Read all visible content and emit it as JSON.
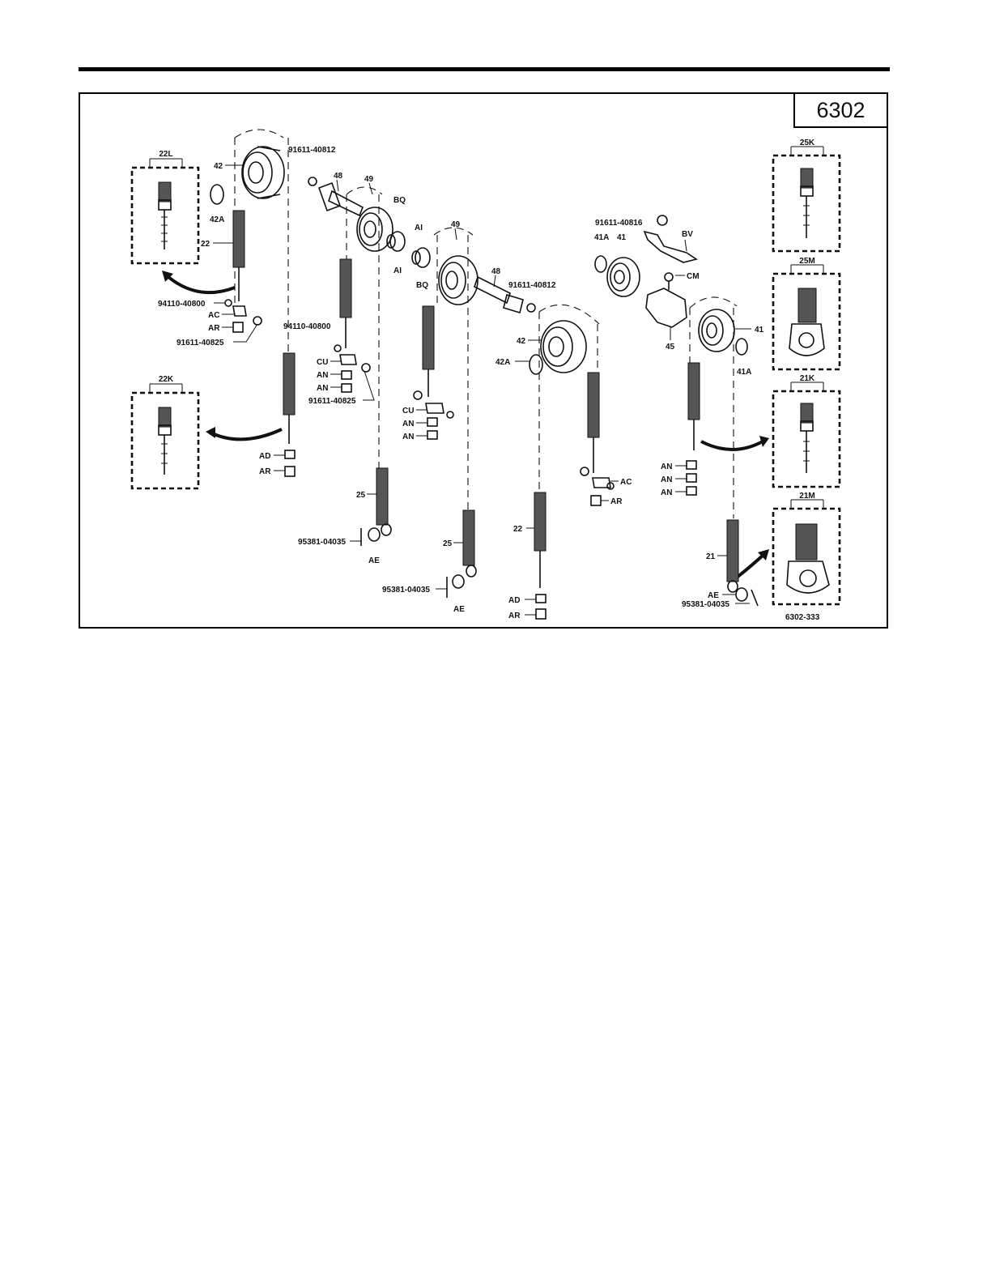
{
  "figure_number": "6302",
  "drawing_code": "6302-333",
  "insets": {
    "i22L": "22L",
    "i22K": "22K",
    "i25K": "25K",
    "i25M": "25M",
    "i21K": "21K",
    "i21M": "21M"
  },
  "labels": {
    "l_42_a": "42",
    "l_91611_40812_a": "91611-40812",
    "l_42A_a": "42A",
    "l_22_a": "22",
    "l_94110_40800_a": "94110-40800",
    "l_AC_a": "AC",
    "l_AR_a": "AR",
    "l_91611_40825_a": "91611-40825",
    "l_AD_a": "AD",
    "l_AR_b": "AR",
    "l_48_a": "48",
    "l_49_a": "49",
    "l_BQ_a": "BQ",
    "l_AI_a": "AI",
    "l_AI_b": "AI",
    "l_BQ_b": "BQ",
    "l_49_b": "49",
    "l_48_b": "48",
    "l_91611_40812_b": "91611-40812",
    "l_94110_40800_b": "94110-40800",
    "l_CU_a": "CU",
    "l_AN_a": "AN",
    "l_AN_b": "AN",
    "l_91611_40825_b": "91611-40825",
    "l_CU_b": "CU",
    "l_AN_c": "AN",
    "l_AN_d": "AN",
    "l_25_a": "25",
    "l_95381_04035_a": "95381-04035",
    "l_AE_a": "AE",
    "l_25_b": "25",
    "l_95381_04035_b": "95381-04035",
    "l_AE_b": "AE",
    "l_42_b": "42",
    "l_42A_b": "42A",
    "l_22_b": "22",
    "l_AD_b": "AD",
    "l_AR_c": "AR",
    "l_AC_b": "AC",
    "l_AR_d": "AR",
    "l_91611_40816": "91611-40816",
    "l_BV": "BV",
    "l_41A_a": "41A",
    "l_41_a": "41",
    "l_CM": "CM",
    "l_45": "45",
    "l_41_b": "41",
    "l_41A_b": "41A",
    "l_AN_e": "AN",
    "l_AN_f": "AN",
    "l_AN_g": "AN",
    "l_21": "21",
    "l_AE_c": "AE",
    "l_95381_04035_c": "95381-04035"
  }
}
